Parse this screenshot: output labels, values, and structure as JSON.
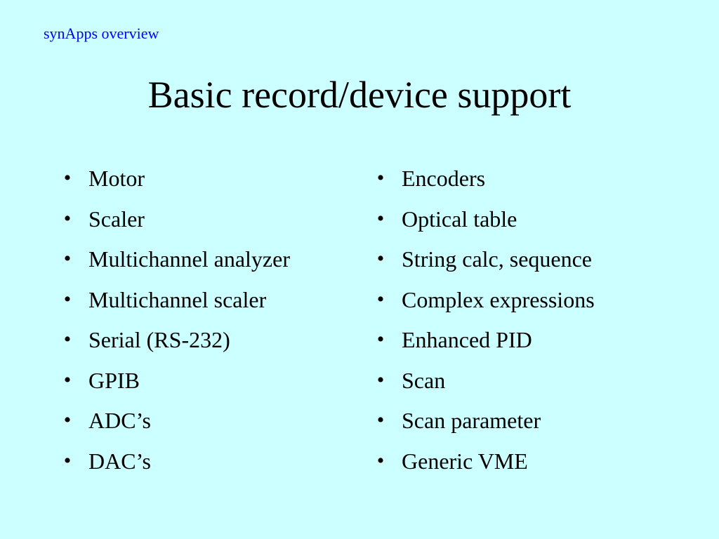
{
  "header": {
    "label": "synApps overview",
    "label_color": "#0000ff"
  },
  "title": "Basic record/device support",
  "background_color": "#ccffff",
  "bullet_glyph": "•",
  "columns": {
    "left": [
      "Motor",
      "Scaler",
      "Multichannel analyzer",
      "Multichannel scaler",
      "Serial (RS-232)",
      "GPIB",
      "ADC’s",
      "DAC’s"
    ],
    "right": [
      "Encoders",
      "Optical table",
      "String calc, sequence",
      "Complex expressions",
      "Enhanced PID",
      "Scan",
      "Scan parameter",
      "Generic VME"
    ]
  }
}
